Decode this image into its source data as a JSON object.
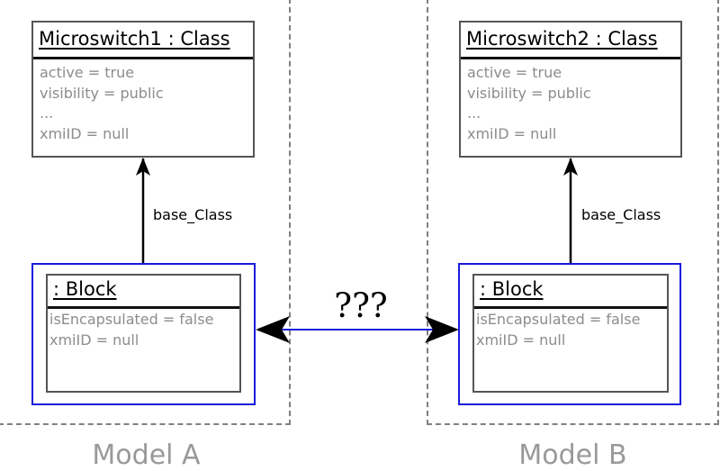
{
  "model_a": {
    "label": "Model A",
    "class": {
      "title": "Microswitch1 : Class",
      "attributes": [
        "active = true",
        "visibility = public",
        "...",
        "xmiID = null"
      ]
    },
    "edge_label": "base_Class",
    "block": {
      "title": ": Block",
      "attributes": [
        "isEncapsulated = false",
        "xmiID = null"
      ]
    }
  },
  "model_b": {
    "label": "Model B",
    "class": {
      "title": "Microswitch2 : Class",
      "attributes": [
        "active = true",
        "visibility = public",
        "...",
        "xmiID = null"
      ]
    },
    "edge_label": "base_Class",
    "block": {
      "title": ": Block",
      "attributes": [
        "isEncapsulated = false",
        "xmiID = null"
      ]
    }
  },
  "link": {
    "label": "???"
  },
  "colors": {
    "frame": "#808080",
    "block_highlight": "#1a1adc",
    "attribute_text": "#8c8c8c",
    "model_label": "#999999"
  }
}
